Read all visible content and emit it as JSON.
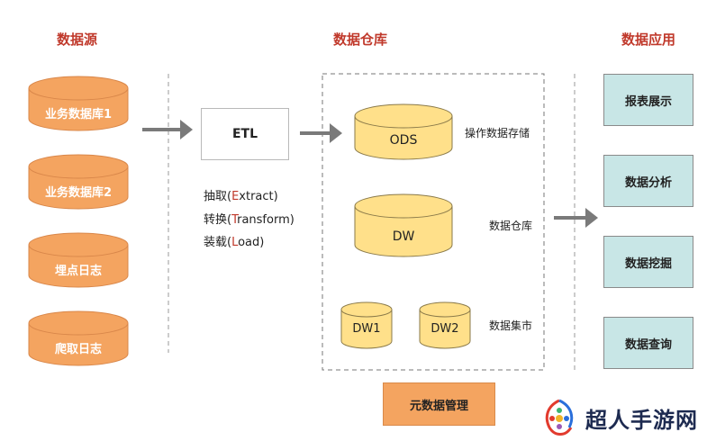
{
  "sections": {
    "sources_title": "数据源",
    "warehouse_title": "数据仓库",
    "apps_title": "数据应用"
  },
  "sources": [
    {
      "label": "业务数据库1"
    },
    {
      "label": "业务数据库2"
    },
    {
      "label": "埋点日志"
    },
    {
      "label": "爬取日志"
    }
  ],
  "etl": {
    "title": "ETL",
    "steps": [
      {
        "pre": "抽取(",
        "key": "E",
        "post": "xtract)"
      },
      {
        "pre": "转换(",
        "key": "T",
        "post": "ransform)"
      },
      {
        "pre": "装载(",
        "key": "L",
        "post": "oad)"
      }
    ]
  },
  "warehouse": {
    "ods": {
      "label": "ODS",
      "side": "操作数据存储"
    },
    "dw": {
      "label": "DW",
      "side": "数据仓库"
    },
    "marts": {
      "items": [
        "DW1",
        "DW2"
      ],
      "side": "数据集市"
    },
    "metadata": "元数据管理"
  },
  "apps": [
    {
      "label": "报表展示"
    },
    {
      "label": "数据分析"
    },
    {
      "label": "数据挖掘"
    },
    {
      "label": "数据查询"
    }
  ],
  "watermark": {
    "text": "超人手游网"
  },
  "colors": {
    "source_fill": "#f4a460",
    "source_stroke": "#d9874a",
    "dw_fill": "#ffe08a",
    "dw_stroke": "#8a7a4a",
    "app_fill": "#c8e6e6",
    "title": "#c0392b",
    "arrow": "#7a7a7a"
  }
}
